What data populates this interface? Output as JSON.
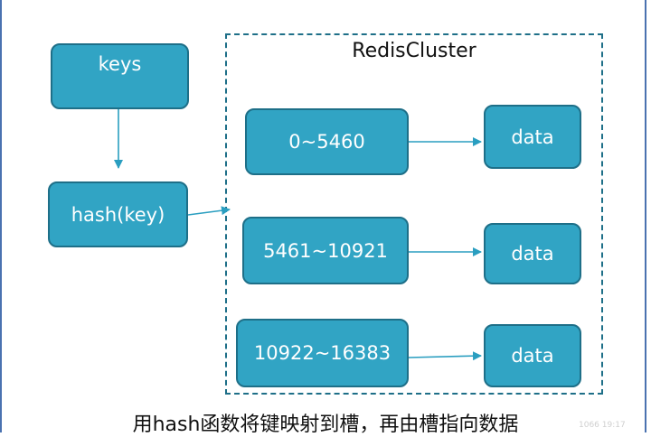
{
  "cluster": {
    "title": "RedisCluster"
  },
  "nodes": {
    "keys": "keys",
    "hash": "hash(key)",
    "slot1": "0~5460",
    "slot2": "5461~10921",
    "slot3": "10922~16383",
    "data1": "data",
    "data2": "data",
    "data3": "data"
  },
  "caption": "用hash函数将键映射到槽，再由槽指向数据",
  "watermark": "1066 19:17",
  "colors": {
    "box_fill": "#31a4c4",
    "box_border": "#1e6f88",
    "arrow": "#2a9ec0",
    "frame": "#4a72b0"
  }
}
